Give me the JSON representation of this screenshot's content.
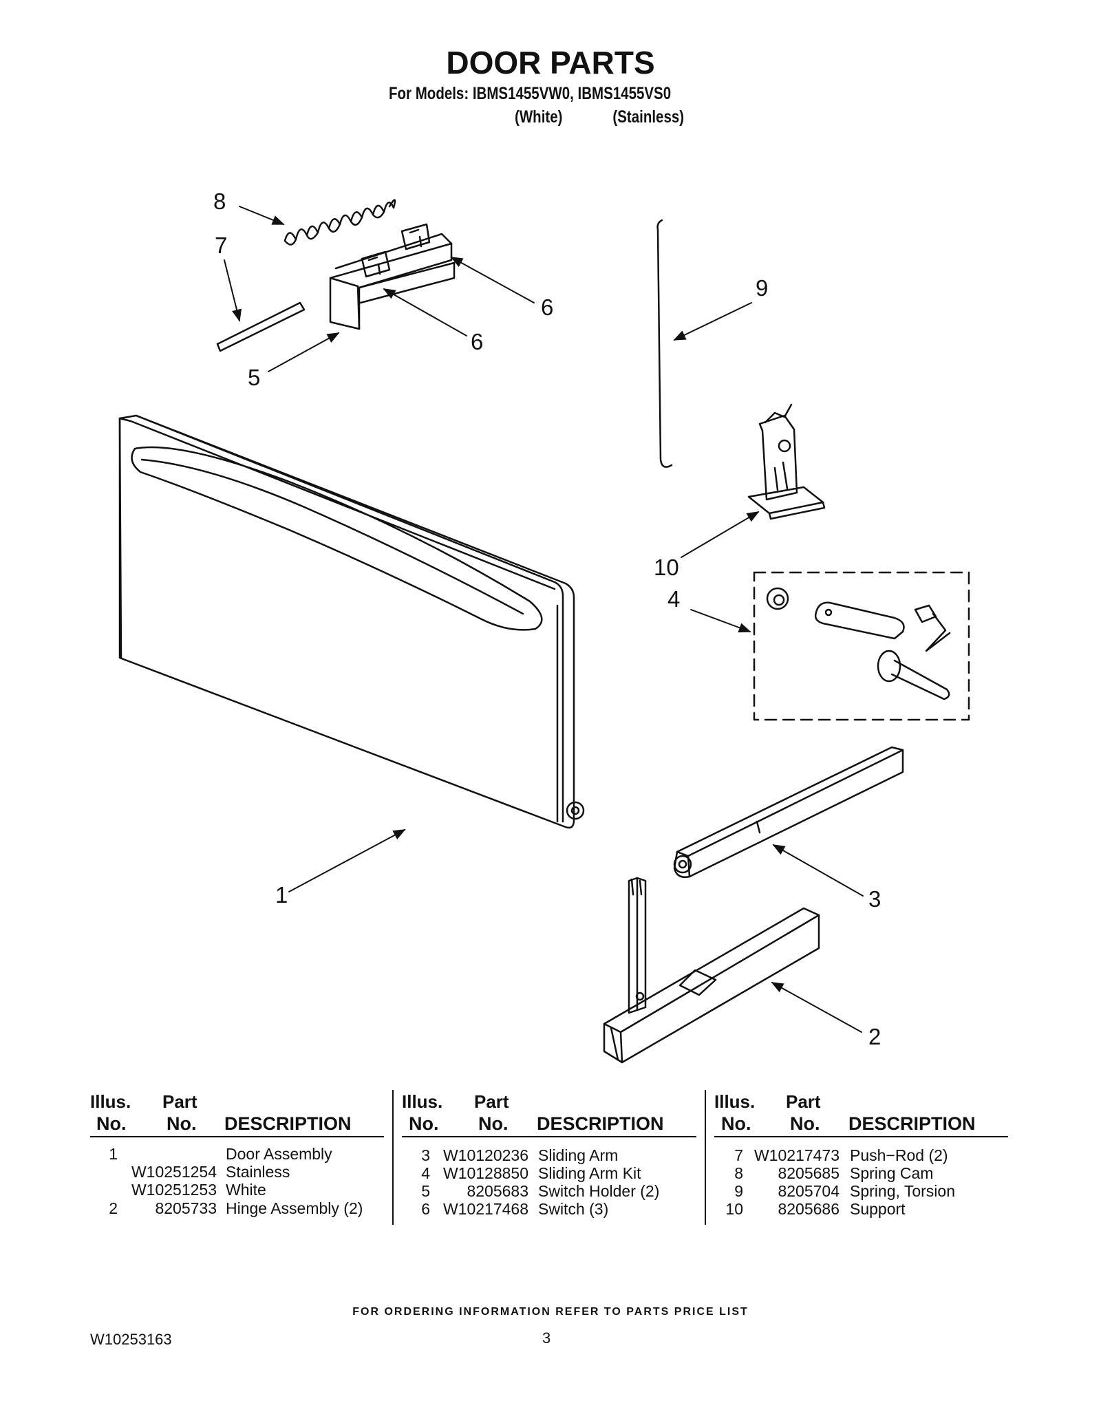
{
  "header": {
    "title": "DOOR PARTS",
    "models": "For Models: IBMS1455VW0, IBMS1455VS0",
    "variant_white": "(White)",
    "variant_stainless": "(Stainless)"
  },
  "callouts": [
    "8",
    "7",
    "6",
    "6",
    "5",
    "9",
    "10",
    "4",
    "3",
    "1",
    "2"
  ],
  "table": {
    "head_illus": "Illus.",
    "head_no": "No.",
    "head_part": "Part",
    "head_part_no": "No.",
    "head_desc": "DESCRIPTION",
    "columns": [
      [
        {
          "illus": "1",
          "part": "",
          "desc": "Door Assembly"
        },
        {
          "illus": "",
          "part": "W10251254",
          "desc": "Stainless"
        },
        {
          "illus": "",
          "part": "W10251253",
          "desc": "White"
        },
        {
          "illus": "2",
          "part": "8205733",
          "desc": "Hinge Assembly (2)"
        }
      ],
      [
        {
          "illus": "3",
          "part": "W10120236",
          "desc": "Sliding Arm"
        },
        {
          "illus": "4",
          "part": "W10128850",
          "desc": "Sliding Arm Kit"
        },
        {
          "illus": "5",
          "part": "8205683",
          "desc": "Switch Holder (2)"
        },
        {
          "illus": "6",
          "part": "W10217468",
          "desc": "Switch (3)"
        }
      ],
      [
        {
          "illus": "7",
          "part": "W10217473",
          "desc": "Push−Rod (2)"
        },
        {
          "illus": "8",
          "part": "8205685",
          "desc": "Spring Cam"
        },
        {
          "illus": "9",
          "part": "8205704",
          "desc": "Spring, Torsion"
        },
        {
          "illus": "10",
          "part": "8205686",
          "desc": "Support"
        }
      ]
    ]
  },
  "footer": {
    "note": "FOR ORDERING INFORMATION REFER TO PARTS PRICE LIST",
    "doc_number": "W10253163",
    "page": "3"
  }
}
